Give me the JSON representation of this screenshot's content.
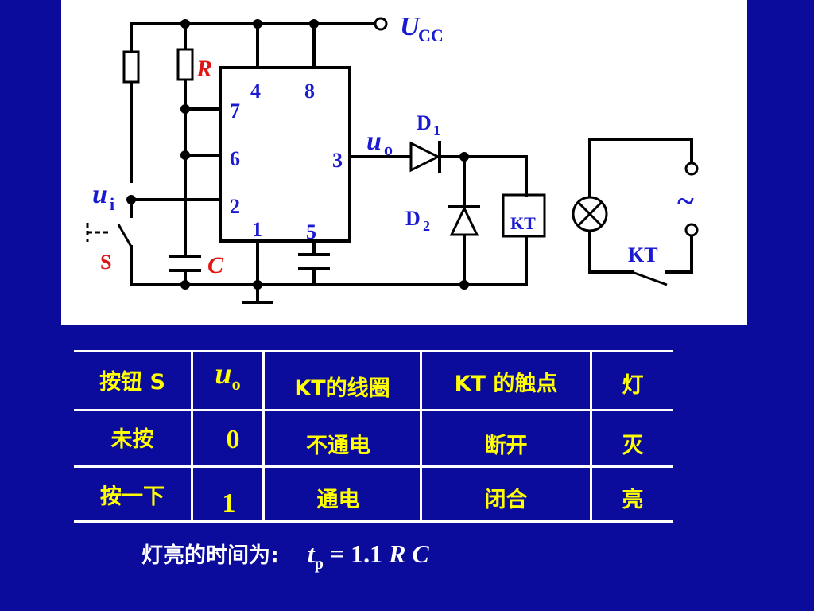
{
  "circuit": {
    "supply_label": "U",
    "supply_sub": "CC",
    "resistor_label": "R",
    "capacitor_label": "C",
    "input_label": "u",
    "input_sub": "i",
    "output_label": "u",
    "output_sub": "o",
    "switch_label": "S",
    "diode1_label": "D",
    "diode1_sub": "1",
    "diode2_label": "D",
    "diode2_sub": "2",
    "relay_coil_label": "KT",
    "relay_contact_label": "KT",
    "ac_source_label": "~",
    "pins": {
      "p4": "4",
      "p8": "8",
      "p7": "7",
      "p6": "6",
      "p2": "2",
      "p3": "3",
      "p1": "1",
      "p5": "5"
    }
  },
  "table": {
    "headers": [
      "按钮 S",
      "u",
      "KT的线圈",
      "KT 的触点",
      "灯"
    ],
    "header_uo_sub": "o",
    "rows": [
      [
        "未按",
        "0",
        "不通电",
        "断开",
        "灭"
      ],
      [
        "按一下",
        "1",
        "通电",
        "闭合",
        "亮"
      ]
    ]
  },
  "formula": {
    "prefix": "灯亮的时间为:",
    "t": "t",
    "t_sub": "p",
    "rest_a": " = 1.1 ",
    "r": "R",
    "c": " C"
  },
  "colors": {
    "background": "#0b0b9c",
    "panel": "#ffffff",
    "label_blue": "#1a1ad0",
    "label_red": "#e01515",
    "table_text": "#ffff00"
  }
}
